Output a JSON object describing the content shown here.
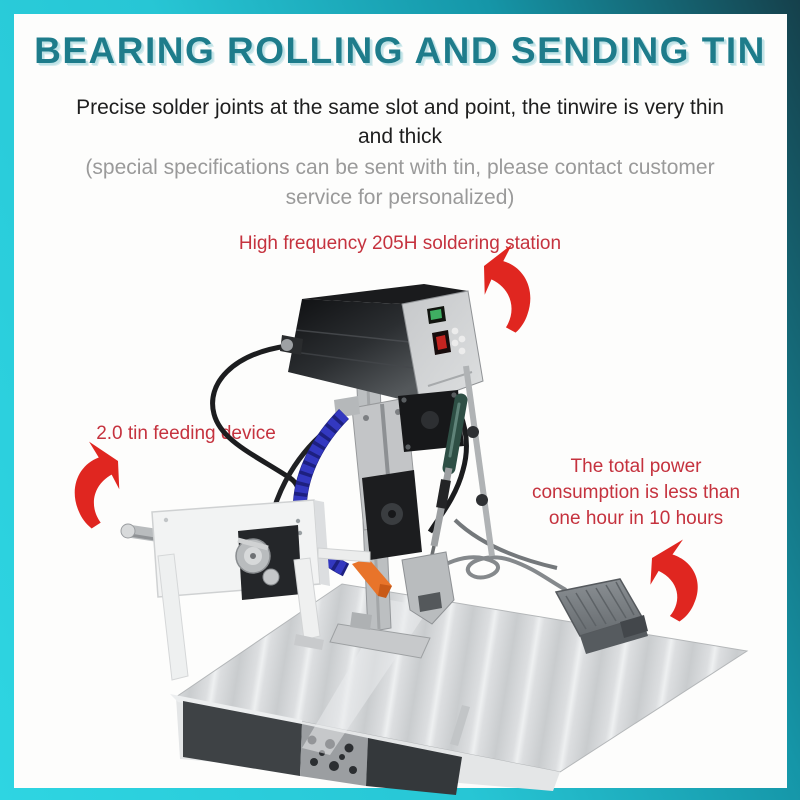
{
  "header": {
    "title": "BEARING ROLLING AND SENDING TIN",
    "subtitle_lines": [
      "Precise solder joints at the same slot and point, the tinwire is very thin",
      "and thick"
    ],
    "note_lines": [
      "(special specifications can be sent with tin, please contact customer",
      "service for personalized)"
    ]
  },
  "annotations": {
    "soldering_station": {
      "label": "High frequency 205H soldering station"
    },
    "tin_feeder": {
      "label": "2.0 tin feeding device"
    },
    "power": {
      "lines": [
        "The total power",
        "consumption is less than",
        "one hour in 10 hours"
      ]
    }
  },
  "colors": {
    "frame_bright_teal": "#2ed5e2",
    "frame_dark_teal": "#15404b",
    "title_teal": "#1e7c8b",
    "title_shadow_teal": "#bfe2e6",
    "subtitle_text": "#1e1e1e",
    "note_gray": "#9a9a9a",
    "annotation_red": "#c5323e",
    "arrow_red": "#e02620",
    "hose_blue": "#2a2fae",
    "nozzle_orange": "#e8742a"
  },
  "machine": {
    "parts": [
      "soldering-station-box",
      "control-panel",
      "tin-feeding-device",
      "flexible-blue-hose",
      "soldering-iron-head",
      "support-column",
      "aluminum-base-platform",
      "foot-pedal"
    ]
  }
}
